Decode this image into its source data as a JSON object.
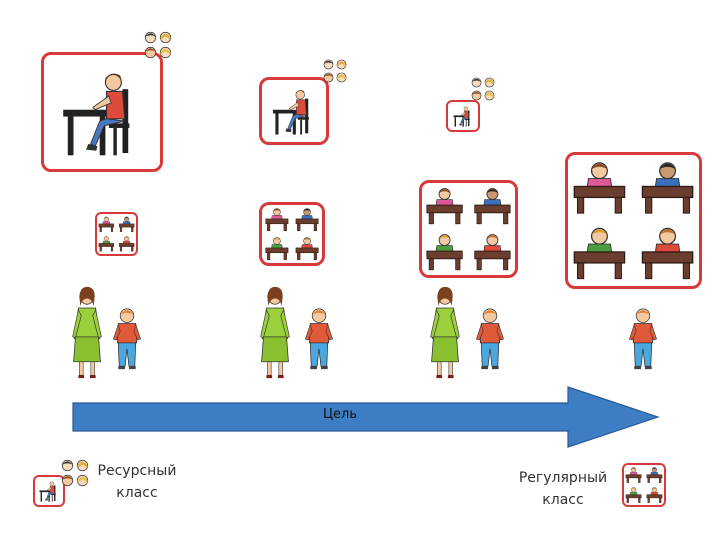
{
  "goal_label": "Цель",
  "left_label": "Ресурсный класс",
  "right_label": "Регулярный класс",
  "colors": {
    "card_border": "#d83a3a",
    "arrow": "#3d7dc4",
    "teacher_dress": "#9ccf3c",
    "boy_shirt": "#e05a3a",
    "boy_pants": "#4aa8e0"
  },
  "icons": [
    "student-at-desk-icon",
    "group-desks-icon",
    "faces-icon",
    "teacher-icon",
    "boy-icon",
    "goal-arrow-icon"
  ]
}
